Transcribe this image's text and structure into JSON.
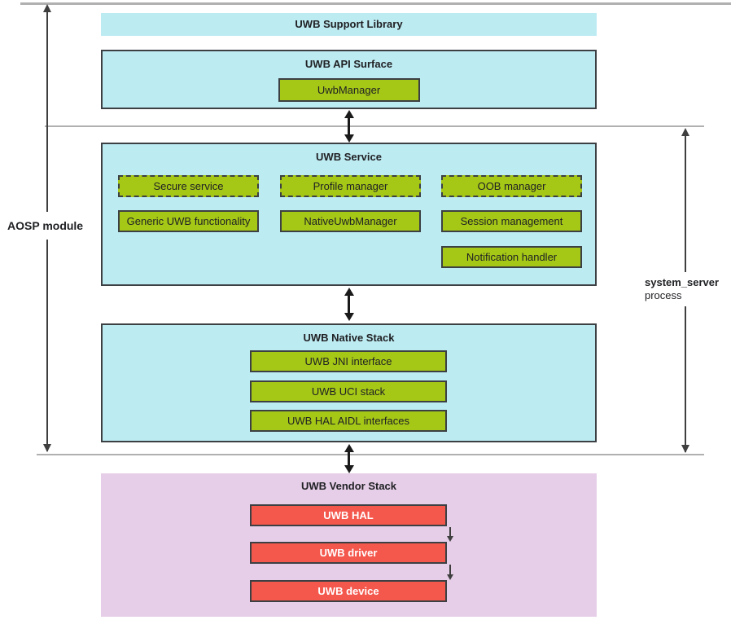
{
  "colors": {
    "cyan": "#bdebf2",
    "green": "#a5c716",
    "red": "#f4574c",
    "purple": "#e6cee9",
    "border": "#3c4043",
    "line": "#b0b0b0",
    "arrow": "#1a1a1a",
    "text": "#202124"
  },
  "support_library": {
    "title": "UWB Support Library"
  },
  "api_surface": {
    "title": "UWB API Surface",
    "items": [
      {
        "label": "UwbManager"
      }
    ]
  },
  "service": {
    "title": "UWB Service",
    "dashed_items": [
      {
        "label": "Secure service"
      },
      {
        "label": "Profile manager"
      },
      {
        "label": "OOB manager"
      }
    ],
    "solid_items": [
      {
        "label": "Generic UWB functionality"
      },
      {
        "label": "NativeUwbManager"
      },
      {
        "label": "Session management"
      },
      {
        "label": "Notification handler"
      }
    ]
  },
  "native_stack": {
    "title": "UWB Native Stack",
    "items": [
      {
        "label": "UWB JNI interface"
      },
      {
        "label": "UWB UCI stack"
      },
      {
        "label": "UWB HAL AIDL interfaces"
      }
    ]
  },
  "vendor_stack": {
    "title": "UWB Vendor Stack",
    "items": [
      {
        "label": "UWB HAL"
      },
      {
        "label": "UWB driver"
      },
      {
        "label": "UWB device"
      }
    ]
  },
  "annotations": {
    "aosp_module": "AOSP module",
    "system_server": "system_server",
    "process": "process"
  }
}
